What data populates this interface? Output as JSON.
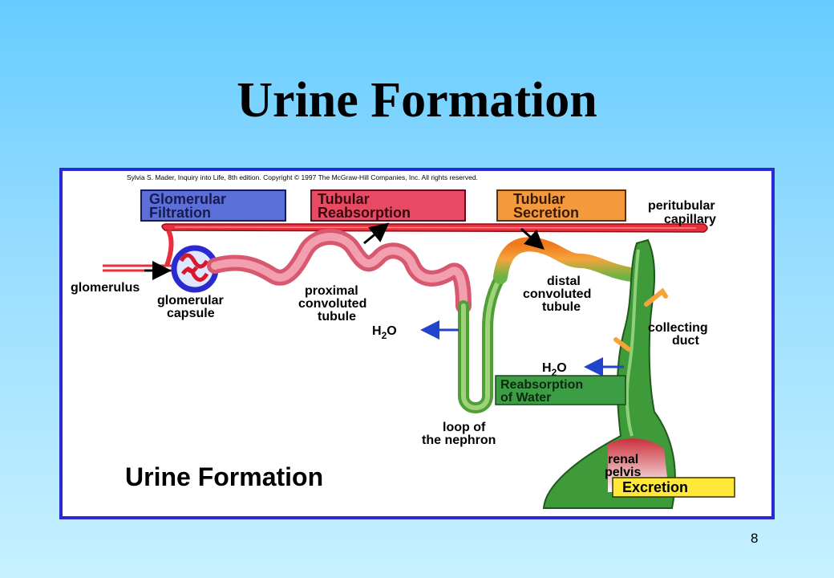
{
  "slide": {
    "title": "Urine Formation",
    "page_number": "8"
  },
  "figure": {
    "copyright": "Sylvia S. Mader, Inquiry into Life, 8th edition. Copyright © 1997 The McGraw-Hill Companies, Inc. All rights reserved.",
    "caption": "Urine Formation",
    "process_boxes": {
      "glomerular_filtration": {
        "line1": "Glomerular",
        "line2": "Filtration",
        "color": "#5a6fd8"
      },
      "tubular_reabsorption": {
        "line1": "Tubular",
        "line2": "Reabsorption",
        "color": "#e84a63"
      },
      "tubular_secretion": {
        "line1": "Tubular",
        "line2": "Secretion",
        "color": "#f59a3c"
      },
      "reabsorption_of_water": {
        "line1": "Reabsorption",
        "line2": "of Water",
        "color": "#3d9d45"
      },
      "excretion": {
        "line1": "Excretion",
        "color": "#ffe83a"
      }
    },
    "labels": {
      "peritubular_capillary": {
        "line1": "peritubular",
        "line2": "capillary"
      },
      "glomerulus": "glomerulus",
      "glomerular_capsule": {
        "line1": "glomerular",
        "line2": "capsule"
      },
      "proximal_tubule": {
        "line1": "proximal",
        "line2": "convoluted",
        "line3": "tubule"
      },
      "distal_tubule": {
        "line1": "distal",
        "line2": "convoluted",
        "line3": "tubule"
      },
      "collecting_duct": {
        "line1": "collecting",
        "line2": "duct"
      },
      "loop": {
        "line1": "loop of",
        "line2": "the nephron"
      },
      "renal_pelvis": {
        "line1": "renal",
        "line2": "pelvis"
      },
      "h2o_main": "H",
      "h2o_sub": "2",
      "h2o_tail": "O"
    },
    "icons": [
      "arrow-icon",
      "blue-arrow-icon"
    ],
    "colors": {
      "capillary": "#e8303c",
      "tubule": "#e8738a",
      "loop": "#7fc257",
      "duct": "#3f9a3a",
      "frame": "#2a2ad0"
    }
  }
}
